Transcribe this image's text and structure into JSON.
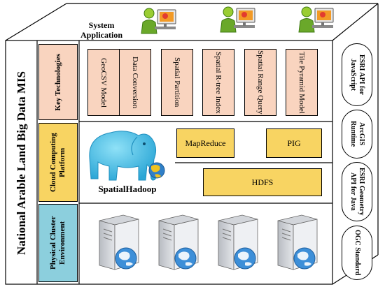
{
  "system_application": {
    "label": "System Application"
  },
  "mis_title": "National Arable Land Big Data MIS",
  "layers": {
    "key": {
      "label": "Key Technologies"
    },
    "cloud": {
      "label": "Cloud Computing Platform"
    },
    "physical": {
      "label": "Physical Cluster Environment"
    }
  },
  "technologies": [
    "GeoCSV Model",
    "Data Conversion",
    "Spatial Partition",
    "Spatial R-tree Index",
    "Spatial Range Query",
    "Tile Pyramid Model"
  ],
  "platform": {
    "hadoop_label": "SpatialHadoop",
    "mapreduce": "MapReduce",
    "pig": "PIG",
    "hdfs": "HDFS"
  },
  "side_standards": [
    "ESRI API for JavaScript",
    "ArcGIS Runtime",
    "ESRI Geometry API for Java",
    "OGC Standard"
  ],
  "colors": {
    "key_layer": "#f9d4bf",
    "cloud_layer": "#f8d462",
    "physical_layer": "#8ccfdd",
    "elephant": "#3cb6e0"
  }
}
